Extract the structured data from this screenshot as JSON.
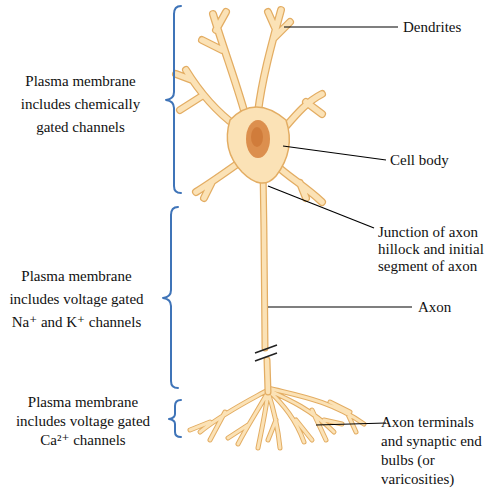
{
  "diagram": {
    "labels": [
      "Dendrites",
      "Plasma membrane includes chemically gated channels",
      "Cell body",
      "Junction of axon hillock and initial segment of axon",
      "Plasma membrane includes voltage gated Na⁺ and K⁺ channels",
      "Axon",
      "Plasma membrane includes voltage gated Ca²⁺ channels",
      "Axon terminals and synaptic end bulbs (or varicosities)"
    ]
  }
}
